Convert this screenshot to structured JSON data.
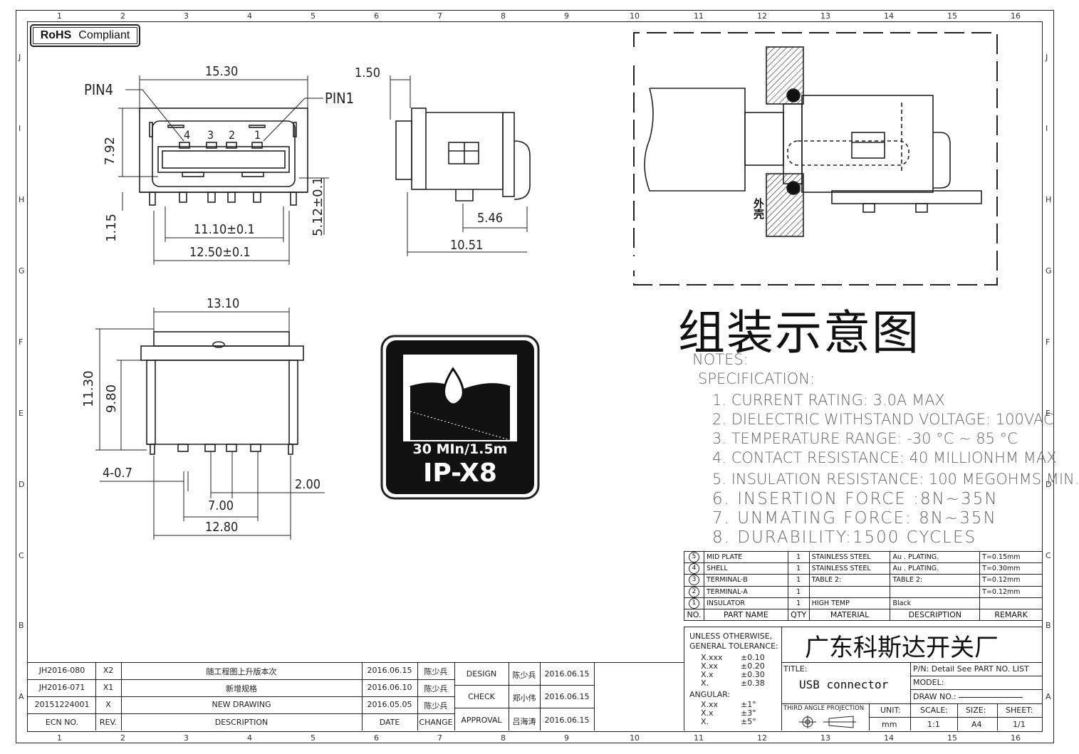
{
  "rohs": {
    "bold": "RoHS",
    "text": "Compliant"
  },
  "grid": {
    "cols": [
      "1",
      "2",
      "3",
      "4",
      "5",
      "6",
      "7",
      "8",
      "9",
      "10",
      "11",
      "12",
      "13",
      "14",
      "15",
      "16"
    ],
    "rows": [
      "J",
      "I",
      "H",
      "G",
      "F",
      "E",
      "D",
      "C",
      "B",
      "A"
    ]
  },
  "front_view": {
    "pin4": "PIN4",
    "pin1": "PIN1",
    "pin_numbers": [
      "4",
      "3",
      "2",
      "1"
    ],
    "dim_width": "15.30",
    "dim_height": "7.92",
    "dim_offset": "1.15",
    "dim_inner": "11.10±0.1",
    "dim_outer": "12.50±0.1",
    "dim_side": "5.12±0.1"
  },
  "side_view": {
    "dim_top": "1.50",
    "dim_mid": "5.46",
    "dim_total": "10.51"
  },
  "bottom_view": {
    "dim_top": "13.10",
    "dim_h1": "11.30",
    "dim_h2": "9.80",
    "dim_pins": "4-0.7",
    "dim_pitch": "2.00",
    "dim_span": "7.00",
    "dim_total": "12.80"
  },
  "ip_badge": {
    "line1": "30 MIn/1.5m",
    "line2": "IP-X8"
  },
  "assembly": {
    "title": "组装示意图",
    "label": "外壳"
  },
  "notes": {
    "heading": "NOTES:",
    "spec": "SPECIFICATION:",
    "items": [
      "1. CURRENT RATING: 3.0A MAX",
      "2. DIELECTRIC WITHSTAND VOLTAGE: 100VAC",
      "3. TEMPERATURE RANGE: -30 °C ~ 85 °C",
      "4. CONTACT RESISTANCE: 40 MILLIONHM MAX",
      "5. INSULATION RESISTANCE: 100 MEGOHMS MIN.",
      "6. INSERTION FORCE :8N~35N",
      "7. UNMATING FORCE: 8N~35N",
      "8. DURABILITY:1500 CYCLES"
    ]
  },
  "bom": {
    "rows": [
      {
        "no": "5",
        "name": "MID PLATE",
        "qty": "1",
        "material": "STAINLESS STEEL",
        "description": "Au . PLATING.",
        "remark": "T=0.15mm"
      },
      {
        "no": "4",
        "name": "SHELL",
        "qty": "1",
        "material": "STAINLESS STEEL",
        "description": "Au . PLATING.",
        "remark": "T=0.30mm"
      },
      {
        "no": "3",
        "name": "TERMINAL-B",
        "qty": "1",
        "material": "TABLE 2:",
        "description": "TABLE 2:",
        "remark": "T=0.12mm"
      },
      {
        "no": "2",
        "name": "TERMINAL-A",
        "qty": "1",
        "material": "",
        "description": "",
        "remark": "T=0.12mm"
      },
      {
        "no": "1",
        "name": "INSULATOR",
        "qty": "1",
        "material": "HIGH TEMP",
        "description": "Black",
        "remark": ""
      }
    ],
    "header": {
      "no": "NO.",
      "name": "PART NAME",
      "qty": "QTY",
      "material": "MATERIAL",
      "description": "DESCRIPTION",
      "remark": "REMARK"
    }
  },
  "tolerance": {
    "title1": "UNLESS OTHERWISE,",
    "title2": "GENERAL TOLERANCE:",
    "linear": [
      [
        "X.xxx",
        "±0.10"
      ],
      [
        "X.xx",
        "±0.20"
      ],
      [
        "X.x",
        "±0.30"
      ],
      [
        "X.",
        "±0.38"
      ]
    ],
    "angular_label": "ANGULAR:",
    "angular": [
      [
        "X.xx",
        "±1°"
      ],
      [
        "X.x",
        "±3°"
      ],
      [
        "X.",
        "±5°"
      ]
    ]
  },
  "titleblock": {
    "company": "广东科斯达开关厂",
    "title_label": "TITLE:",
    "title_value": "USB connector",
    "pn_label": "P/N:",
    "pn_value": "Detail See PART NO. LIST",
    "model_label": "MODEL:",
    "drawno_label": "DRAW NO.:",
    "projection": "THIRD ANGLE PROJECTION",
    "unit_label": "UNIT:",
    "unit_value": "mm",
    "scale_label": "SCALE:",
    "scale_value": "1:1",
    "size_label": "SIZE:",
    "size_value": "A4",
    "sheet_label": "SHEET:",
    "sheet_value": "1/1"
  },
  "revisions": {
    "rows": [
      {
        "ecn": "JH2016-080",
        "rev": "X2",
        "desc": "随工程图上升版本次",
        "date": "2016.06.15",
        "change": "陈少兵"
      },
      {
        "ecn": "JH2016-071",
        "rev": "X1",
        "desc": "新增规格",
        "date": "2016.06.10",
        "change": "陈少兵"
      },
      {
        "ecn": "20151224001",
        "rev": "X",
        "desc": "NEW DRAWING",
        "date": "2016.05.05",
        "change": "陈少兵"
      }
    ],
    "header": {
      "ecn": "ECN NO.",
      "rev": "REV.",
      "desc": "DESCRIPTION",
      "date": "DATE",
      "change": "CHANGE"
    }
  },
  "approvals": [
    {
      "role": "DESIGN",
      "name": "陈少兵",
      "date": "2016.06.15"
    },
    {
      "role": "CHECK",
      "name": "郑小伟",
      "date": "2016.06.15"
    },
    {
      "role": "APPROVAL",
      "name": "吕海涛",
      "date": "2016.06.15"
    }
  ]
}
